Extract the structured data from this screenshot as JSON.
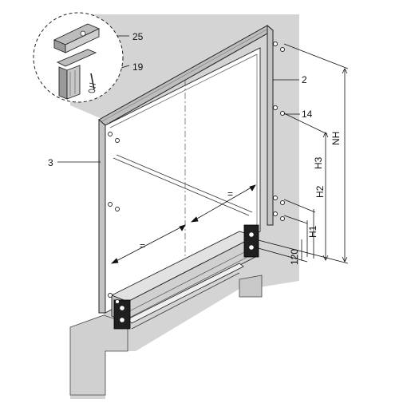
{
  "colors": {
    "wall": "#d4d4d4",
    "frame_metal": "#c2c2c2",
    "frame_edge": "#333333",
    "opening": "#ffffff",
    "line": "#1a1a1a",
    "callout_circle": "#222222"
  },
  "callouts": {
    "part_25": "25",
    "part_19": "19",
    "part_2": "2",
    "part_14": "14",
    "part_3": "3"
  },
  "dimensions": {
    "nh": "NH",
    "h3": "H3",
    "h2": "H2",
    "h1": "H1",
    "h_120": "120"
  },
  "equal_marks": {
    "top": "=",
    "bottom": "="
  },
  "icons": {
    "detail": "rail-clip-detail-icon",
    "bolt": "bolt-icon",
    "screw": "screw-icon"
  }
}
